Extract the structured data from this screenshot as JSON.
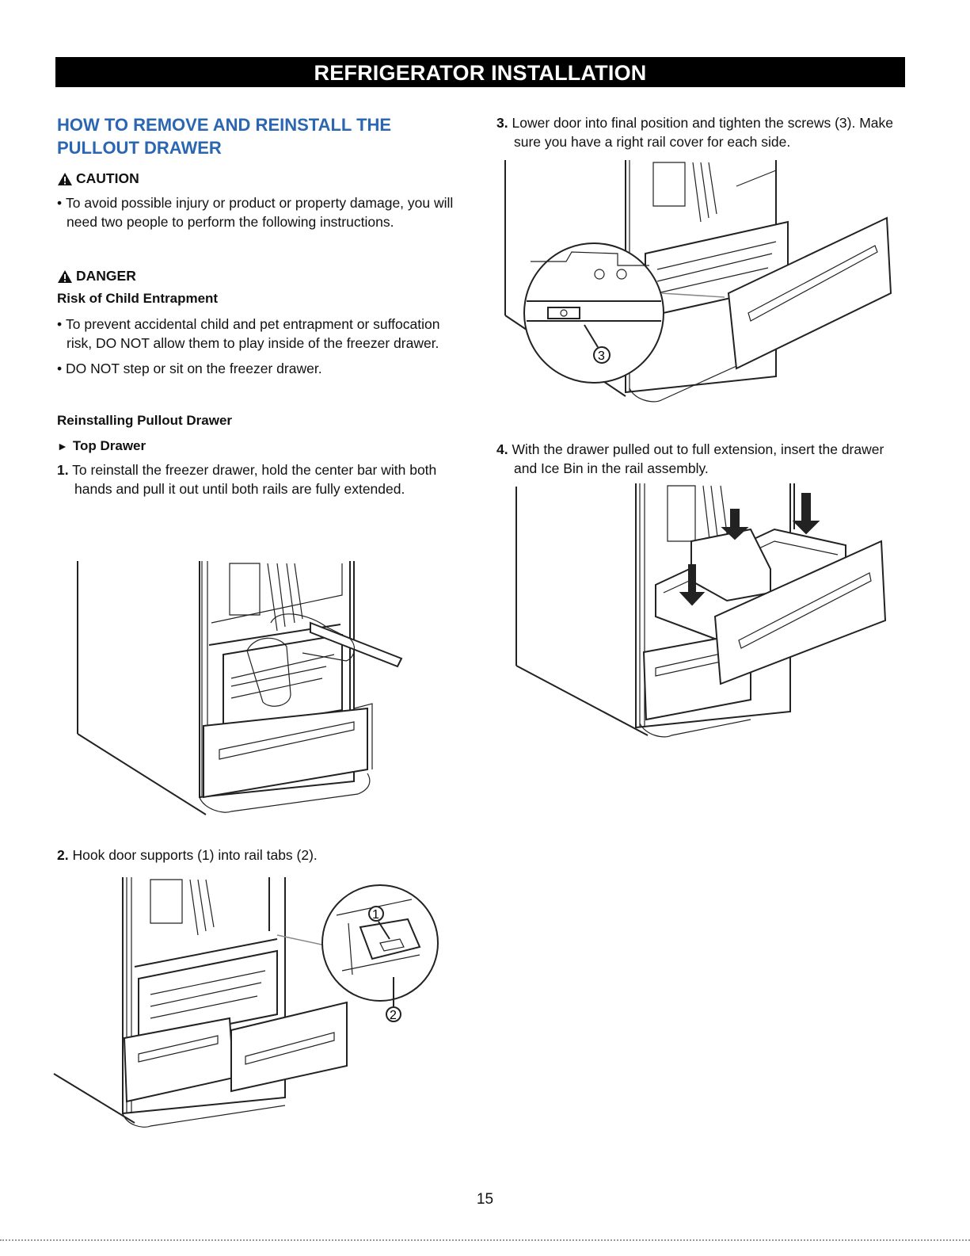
{
  "banner": {
    "title": "REFRIGERATOR INSTALLATION"
  },
  "section": {
    "title_line1": "HOW TO REMOVE AND REINSTALL THE",
    "title_line2": "PULLOUT DRAWER"
  },
  "caution": {
    "label": "CAUTION",
    "bullets": [
      "To avoid possible injury or product or property damage, you will need two people to perform the following instructions."
    ]
  },
  "danger": {
    "label": "DANGER",
    "subtitle": "Risk of Child Entrapment",
    "bullets": [
      "To prevent accidental child and pet entrapment or suffocation risk, DO NOT allow them to play inside of the freezer drawer.",
      "DO NOT step or sit on the freezer drawer."
    ]
  },
  "reinstalling": {
    "heading": "Reinstalling Pullout Drawer",
    "subheading": "Top Drawer"
  },
  "steps": [
    {
      "num": "1.",
      "text": "To reinstall the freezer drawer, hold the center bar with both hands and pull it out until both rails are fully extended."
    },
    {
      "num": "2.",
      "text": "Hook door supports (1) into rail tabs (2)."
    },
    {
      "num": "3.",
      "text": "Lower door into final position and tighten the screws (3). Make sure you have a right rail cover for each side."
    },
    {
      "num": "4.",
      "text": "With the drawer pulled out to full extension, insert the drawer and Ice Bin in the rail assembly."
    }
  ],
  "callouts": {
    "c1": "1",
    "c2": "2",
    "c3": "3"
  },
  "page_number": "15"
}
